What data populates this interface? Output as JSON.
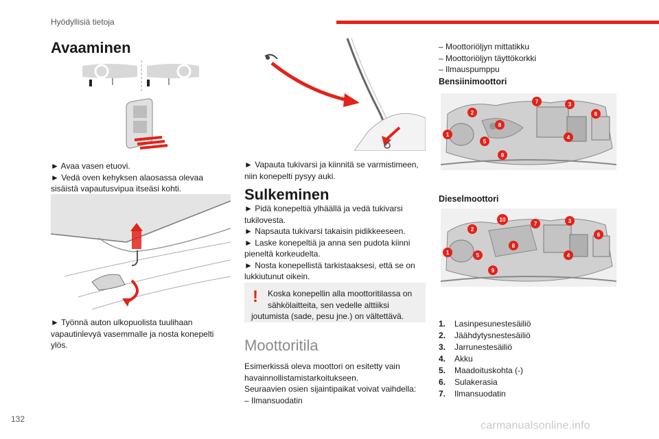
{
  "header": {
    "section": "Hyödyllisiä tietoja"
  },
  "page_number": "132",
  "watermark": "carmanualsonline.info",
  "col1": {
    "title": "Avaaminen",
    "para1": [
      "► Avaa vasen etuovi.",
      "► Vedä oven kehyksen alaosassa olevaa",
      "sisäistä vapautusvipua itseäsi kohti."
    ],
    "para2": [
      "► Työnnä auton ulkopuolista tuulihaan",
      "vapautinlevyä vasemmalle ja nosta konepelti",
      "ylös."
    ]
  },
  "col2": {
    "para1": [
      "► Vapauta tukivarsi ja kiinnitä se varmistimeen,",
      "niin konepelti pysyy auki."
    ],
    "title_close": "Sulkeminen",
    "para2": [
      "► Pidä konepeltiä ylhäällä ja vedä tukivarsi",
      "tukilovesta.",
      "► Napsauta tukivarsi takaisin pidikkeeseen.",
      "► Laske konepeltiä ja anna sen pudota kiinni",
      "pieneltä korkeudelta.",
      "► Nosta konepellistä tarkistaaksesi, että se on",
      "lukkiutunut oikein."
    ],
    "note": [
      "Koska konepellin alla moottoritilassa on",
      "sähkölaitteita, sen vedelle alttiiksi",
      "joutumista (sade, pesu jne.) on vältettävä."
    ],
    "title_engine": "Moottoritila",
    "para3": [
      "Esimerkissä oleva moottori on esitetty vain",
      "havainnollistamistarkoitukseen.",
      "Seuraavien osien sijaintipaikat voivat vaihdella:",
      "– Ilmansuodatin"
    ]
  },
  "col3": {
    "list": [
      "– Moottoriöljyn mittatikku",
      "– Moottoriöljyn täyttökorkki",
      "– Ilmauspumppu"
    ],
    "petrol": "Bensiinimoottori",
    "diesel": "Dieselmoottori",
    "legend": [
      {
        "num": "1.",
        "label": "Lasinpesunestesäiliö"
      },
      {
        "num": "2.",
        "label": "Jäähdytysnestesäiliö"
      },
      {
        "num": "3.",
        "label": "Jarrunestesäiliö"
      },
      {
        "num": "4.",
        "label": "Akku"
      },
      {
        "num": "5.",
        "label": "Maadoituskohta (-)"
      },
      {
        "num": "6.",
        "label": "Sulakerasia"
      },
      {
        "num": "7.",
        "label": "Ilmansuodatin"
      }
    ],
    "petrol_badges": [
      "1",
      "2",
      "3",
      "4",
      "5",
      "6",
      "7",
      "8",
      "9"
    ],
    "diesel_badges": [
      "1",
      "2",
      "3",
      "4",
      "5",
      "6",
      "7",
      "8",
      "9",
      "10"
    ]
  },
  "colors": {
    "accent": "#e2231a",
    "note_bg": "#efefef"
  }
}
